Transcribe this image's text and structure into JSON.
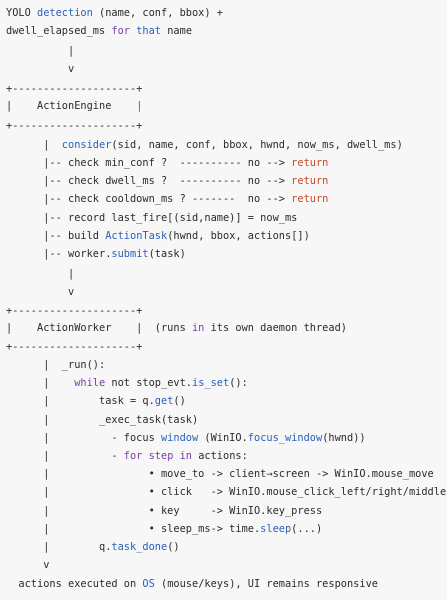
{
  "lines": [
    [
      {
        "t": "YOLO "
      },
      {
        "t": "detection",
        "c": "fn"
      },
      {
        "t": " (name, conf, bbox) +"
      }
    ],
    [
      {
        "t": "dwell_elapsed_ms "
      },
      {
        "t": "for",
        "c": "kw"
      },
      {
        "t": " "
      },
      {
        "t": "that",
        "c": "fn"
      },
      {
        "t": " name"
      }
    ],
    [
      {
        "t": "          |"
      }
    ],
    [
      {
        "t": "          v"
      }
    ],
    [
      {
        "t": "+--------------------+"
      }
    ],
    [
      {
        "t": "|    ActionEngine    "
      },
      {
        "t": "|",
        "c": "kw"
      }
    ],
    [
      {
        "t": "+--------------------+"
      }
    ],
    [
      {
        "t": "      |  "
      },
      {
        "t": "consider",
        "c": "fn"
      },
      {
        "t": "(sid, name, conf, bbox, hwnd, now_ms, dwell_ms)"
      }
    ],
    [
      {
        "t": "      |-- check min_conf ?  ---------- no --> "
      },
      {
        "t": "return",
        "c": "rt"
      }
    ],
    [
      {
        "t": "      |-- check dwell_ms ?  ---------- no --> "
      },
      {
        "t": "return",
        "c": "rt"
      }
    ],
    [
      {
        "t": "      |-- check cooldown_ms ? -------  no --> "
      },
      {
        "t": "return",
        "c": "rt"
      }
    ],
    [
      {
        "t": "      |-- record last_fire[(sid,name)] = now_ms"
      }
    ],
    [
      {
        "t": "      |-- build "
      },
      {
        "t": "ActionTask",
        "c": "fn"
      },
      {
        "t": "(hwnd, bbox, actions[])"
      }
    ],
    [
      {
        "t": "      |-- worker."
      },
      {
        "t": "submit",
        "c": "fn"
      },
      {
        "t": "(task)"
      }
    ],
    [
      {
        "t": "          |"
      }
    ],
    [
      {
        "t": "          v"
      }
    ],
    [
      {
        "t": "+--------------------+"
      }
    ],
    [
      {
        "t": "|    ActionWorker    |  (runs "
      },
      {
        "t": "in",
        "c": "kw"
      },
      {
        "t": " its own daemon thread)"
      }
    ],
    [
      {
        "t": "+--------------------+"
      }
    ],
    [
      {
        "t": "      |  _run():"
      }
    ],
    [
      {
        "t": "      |    "
      },
      {
        "t": "while",
        "c": "kw"
      },
      {
        "t": " not stop_evt."
      },
      {
        "t": "is_set",
        "c": "fn"
      },
      {
        "t": "():"
      }
    ],
    [
      {
        "t": "      |        task = q."
      },
      {
        "t": "get",
        "c": "fn"
      },
      {
        "t": "()"
      }
    ],
    [
      {
        "t": "      |        _exec_task(task)"
      }
    ],
    [
      {
        "t": "      |          - focus "
      },
      {
        "t": "window",
        "c": "fn"
      },
      {
        "t": " (WinIO."
      },
      {
        "t": "focus_window",
        "c": "fn"
      },
      {
        "t": "(hwnd))"
      }
    ],
    [
      {
        "t": "      |          - "
      },
      {
        "t": "for step in",
        "c": "kw"
      },
      {
        "t": " actions:"
      }
    ],
    [
      {
        "t": "      |                • move_to -> client→screen -> WinIO.mouse_move"
      }
    ],
    [
      {
        "t": "      |                • click   -> WinIO.mouse_click_left/right/middle"
      }
    ],
    [
      {
        "t": "      |                • key     -> WinIO.key_press"
      }
    ],
    [
      {
        "t": "      |                • sleep_ms-> time."
      },
      {
        "t": "sleep",
        "c": "fn"
      },
      {
        "t": "(...)"
      }
    ],
    [
      {
        "t": "      |        q."
      },
      {
        "t": "task_done",
        "c": "fn"
      },
      {
        "t": "()"
      }
    ],
    [
      {
        "t": "      v"
      }
    ],
    [
      {
        "t": "  actions executed on "
      },
      {
        "t": "OS",
        "c": "fn"
      },
      {
        "t": " (mouse/keys), UI remains responsive"
      }
    ]
  ]
}
